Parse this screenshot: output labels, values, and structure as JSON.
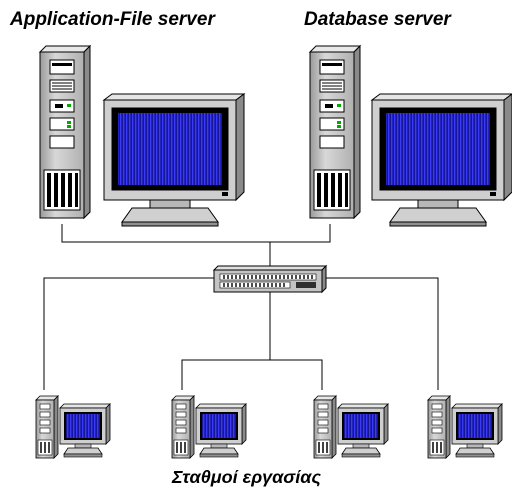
{
  "labels": {
    "app_server": "Application-File server",
    "db_server": "Database server",
    "workstations": "Σταθμοί εργασίας"
  },
  "nodes": {
    "servers": [
      "application-file-server",
      "database-server"
    ],
    "switch": "network-switch",
    "workstations": [
      "workstation-1",
      "workstation-2",
      "workstation-3",
      "workstation-4"
    ]
  },
  "colors": {
    "screen_blue": "#1a1ae0",
    "case_gray": "#c8c8c8",
    "outline": "#000000"
  }
}
